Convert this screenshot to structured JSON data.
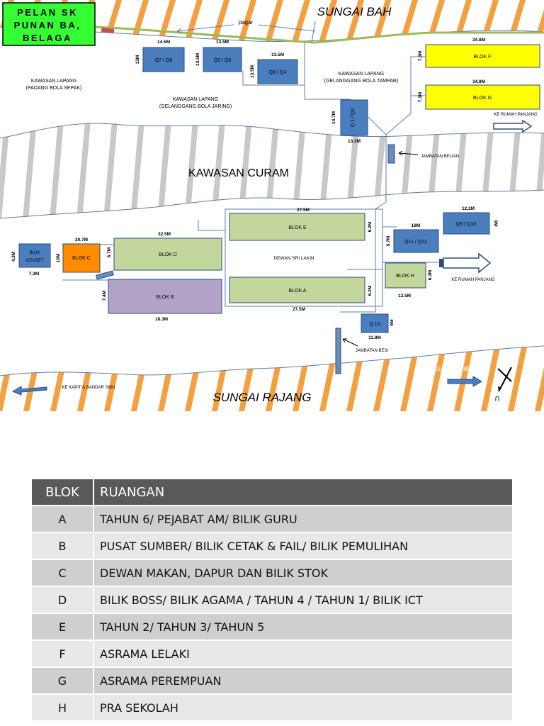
{
  "title": "PELAN SK\nPUNAN BA,\nBELAGA",
  "title_lines": [
    "PELAN SK",
    "PUNAN BA,",
    "BELAGA"
  ],
  "rivers": {
    "top": "SUNGAI  BAH",
    "bottom": "SUNGAI RAJANG"
  },
  "areas": {
    "curam": "KAWASAN CURAM",
    "padang_line1": "KAWASAN LAPANG",
    "padang_line2": "(PADANG BOLA SEPAK)",
    "jaring_line1": "KAWASAN LAPANG",
    "jaring_line2": "(GELANGGANG BOLA JARING)",
    "tampar_line1": "KAWASAN LAPANG",
    "tampar_line2": "(GELANGGANG BOLA TAMPAR)"
  },
  "labels": {
    "pagar": "pagar",
    "jambatan_belian": "JAMBATAN BELIAN",
    "jambatan_besi": "JAMBATAN BESI",
    "rumah_panjang_1": "KE RUMAH PANJANG",
    "rumah_panjang_2": "KE RUMAH PANJANG",
    "pekan_belaga": "KE PEKAN BELAGA",
    "kapit_sibu": "KE KAPIT & BANDAR SIBU",
    "dewan": "DEWAN SRI LAKIN",
    "north": "U"
  },
  "buildings": {
    "q7q8": "Q7 / Q8",
    "q5q6": "Q5 / Q6",
    "q3q4": "Q3 / Q4",
    "q1q2": "Q 1 / Q2",
    "blok_f": "BLOK F",
    "blok_g": "BLOK G",
    "blok_e": "BLOK E",
    "blok_a": "BLOK A",
    "blok_d": "BLOK D",
    "blok_b": "BLOK B",
    "blok_c": "BLOK C",
    "blok_h": "BLOK H",
    "genset_1": "BILIK",
    "genset_2": "GENSET",
    "q9q10": "Q9 / Q10",
    "q11q12": "Q11 / Q12",
    "q13": "Q 13"
  },
  "dims": {
    "q7w": "14.5M",
    "q7h": "13M",
    "q5w": "13.5M",
    "q5h": "13.5M",
    "q3w": "13.5M",
    "q3h": "13.5M",
    "q1h": "14.7M",
    "q1w": "13.3M",
    "fw": "34.8M",
    "fh": "7.3M",
    "gw": "34.8M",
    "gh": "7.3M",
    "ew": "27.5M",
    "eh": "6.2M",
    "aw": "27.5M",
    "ah": "6.2M",
    "dw": "32.5M",
    "dh": "6.7M",
    "bw": "18.3M",
    "bh": "7.4M",
    "cw": "20.7M",
    "ch": "10M",
    "gsw": "7.3M",
    "gsh": "4.3M",
    "q9w": "12.2M",
    "q9h": "9M",
    "q11w": "18M",
    "q11h": "9.7M",
    "hw": "12.5M",
    "hh": "6.3M",
    "q13w": "11.8M",
    "q13h": "6M"
  },
  "colors": {
    "blue_box": "#4a7ebf",
    "yellow": "#ffff00",
    "green_block": "#c3d69b",
    "purple": "#b3a2c7",
    "orange": "#ff8c00",
    "title_bg": "#33ff33",
    "hatch": "#f5a040",
    "curam_stripe": "#c8c8c8",
    "road": "#9bbb59"
  },
  "table": {
    "headers": [
      "BLOK",
      "RUANGAN"
    ],
    "rows": [
      [
        "A",
        "TAHUN 6/ PEJABAT AM/ BILIK GURU"
      ],
      [
        "B",
        "PUSAT SUMBER/ BILIK CETAK & FAIL/ BILIK PEMULIHAN"
      ],
      [
        "C",
        "DEWAN MAKAN, DAPUR DAN BILIK STOK"
      ],
      [
        "D",
        "BILIK BOSS/ BILIK AGAMA / TAHUN 4 / TAHUN 1/ BILIK ICT"
      ],
      [
        "E",
        "TAHUN 2/ TAHUN 3/ TAHUN 5"
      ],
      [
        "F",
        "ASRAMA LELAKI"
      ],
      [
        "G",
        "ASRAMA PEREMPUAN"
      ],
      [
        "H",
        "PRA  SEKOLAH"
      ]
    ]
  }
}
